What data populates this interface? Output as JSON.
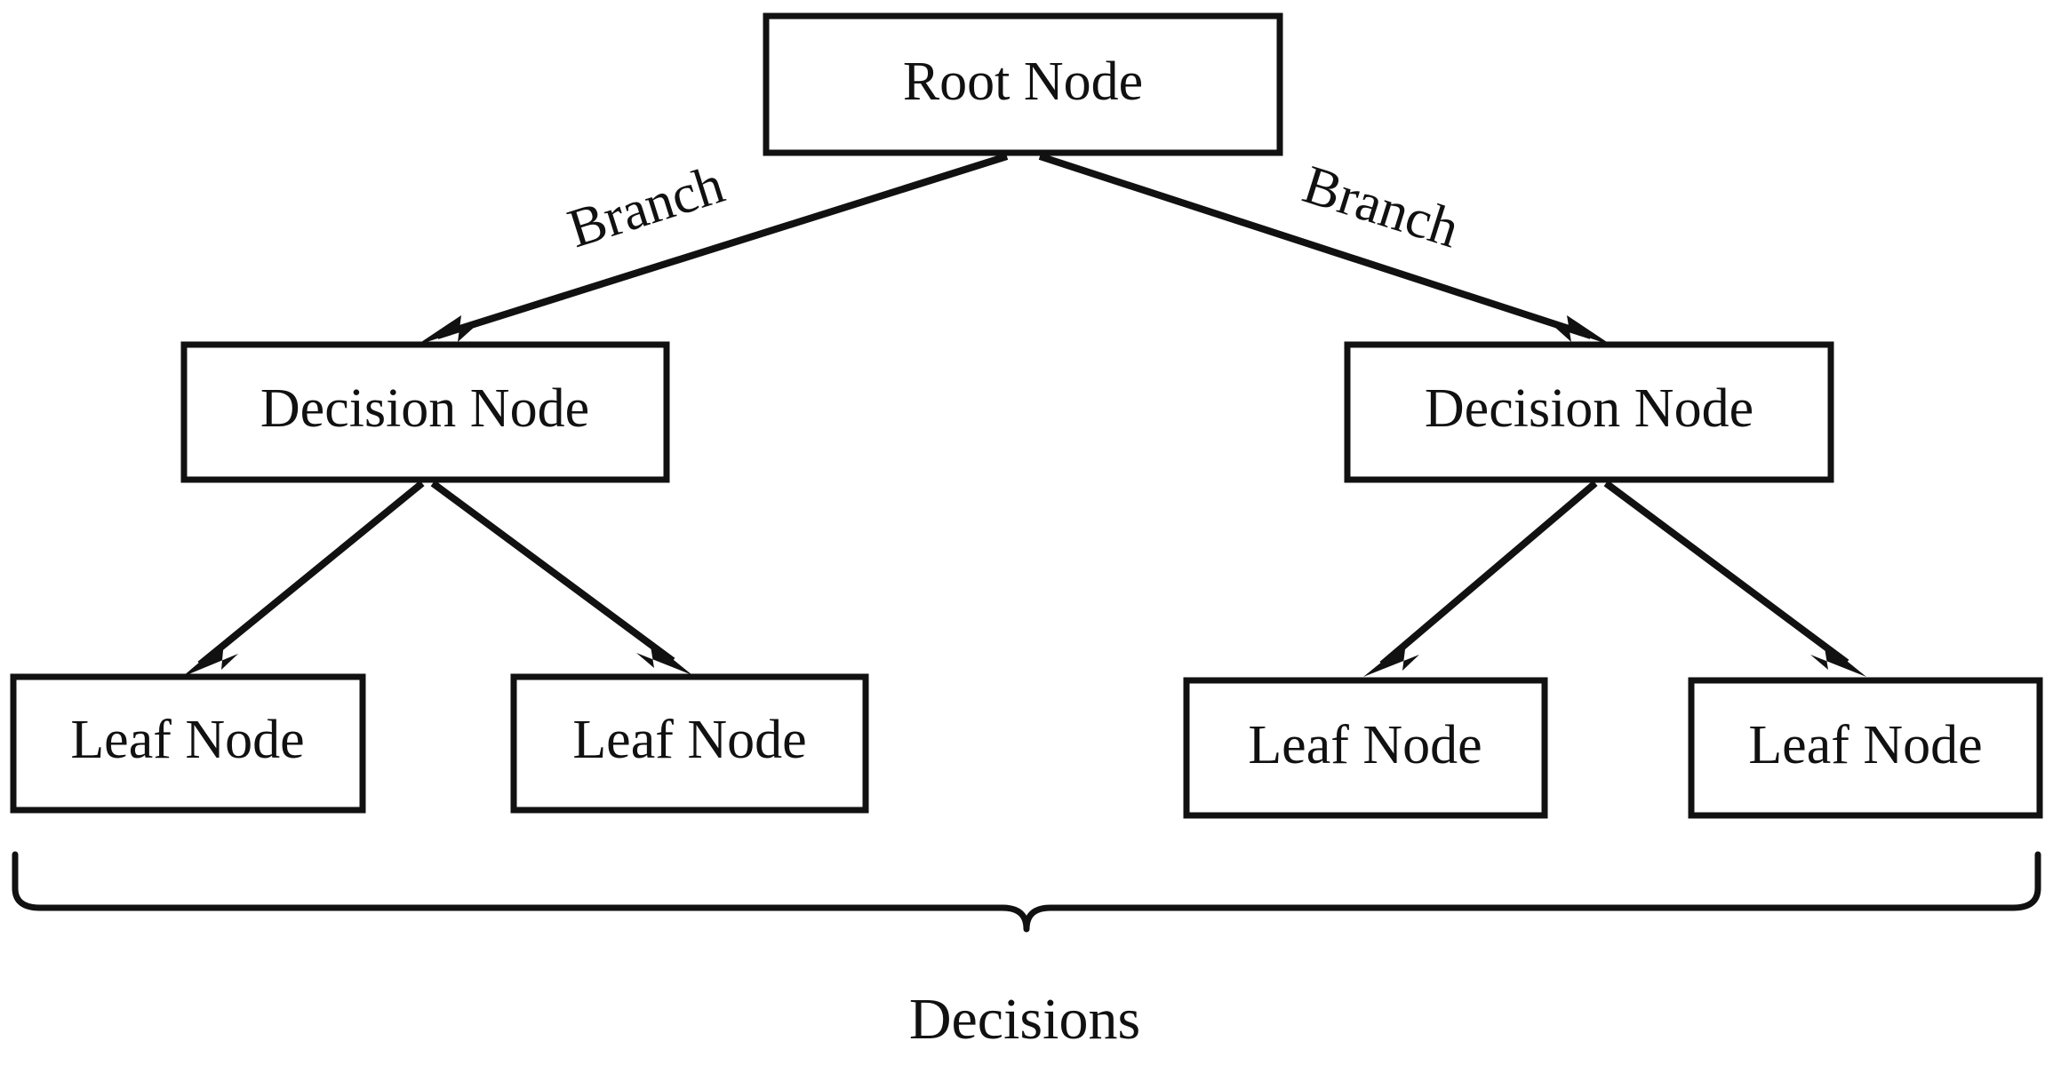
{
  "diagram": {
    "type": "decision-tree",
    "background_color": "#ffffff",
    "line_color": "#111111",
    "text_color": "#111111",
    "nodes": {
      "root": {
        "label": "Root Node"
      },
      "decision_left": {
        "label": "Decision Node"
      },
      "decision_right": {
        "label": "Decision Node"
      },
      "leaf_1": {
        "label": "Leaf Node"
      },
      "leaf_2": {
        "label": "Leaf Node"
      },
      "leaf_3": {
        "label": "Leaf Node"
      },
      "leaf_4": {
        "label": "Leaf Node"
      }
    },
    "edge_labels": {
      "branch_left": "Branch",
      "branch_right": "Branch"
    },
    "annotations": {
      "bottom_brace_label": "Decisions"
    }
  }
}
